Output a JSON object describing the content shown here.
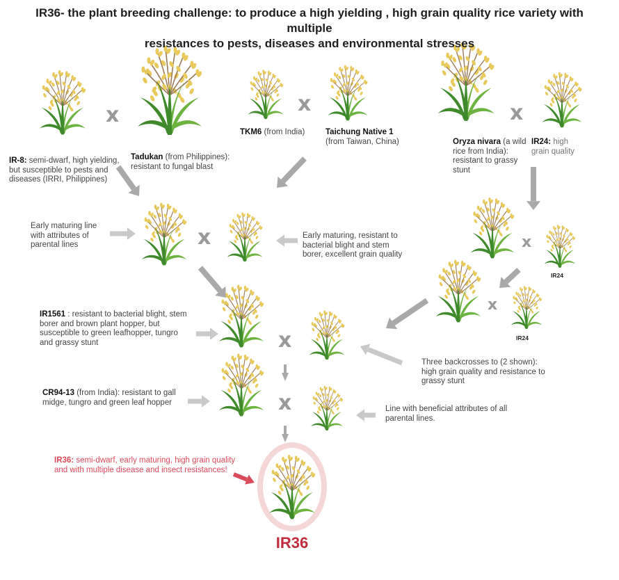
{
  "title_line1": "IR36- the plant breeding challenge: to produce a high yielding , high grain quality rice variety with multiple",
  "title_line2": "resistances to pests, diseases and environmental stresses",
  "cross_symbol": "x",
  "ir8": {
    "name": "IR-8:",
    "desc": " semi-dwarf, high yielding, but susceptible to pests and diseases  (IRRI, Philippines)"
  },
  "tadukan": {
    "name": "Tadukan",
    "desc": " (from Philippines): resistant to fungal blast"
  },
  "tkm6": {
    "name": "TKM6",
    "desc": " (from India)"
  },
  "taichung": {
    "name": "Taichung Native 1",
    "desc": " (from Taiwan, China)"
  },
  "oryza": {
    "name": "Oryza nivara",
    "desc": " (a wild rice from India): resistant to grassy stunt"
  },
  "ir24_top": {
    "name": "IR24:",
    "desc": " high grain quality"
  },
  "early_line": "Early maturing  line with attributes of parental lines",
  "early_resistant": "Early maturing, resistant to bacterial blight and stem borer, excellent grain quality",
  "ir24_small_1": "IR24",
  "ir24_small_2": "IR24",
  "ir1561": {
    "name": "IR1561",
    "desc": " : resistant to bacterial blight, stem borer and brown plant hopper, but susceptible to green leafhopper, tungro and  grassy stunt"
  },
  "backcross": "Three backcrosses to (2 shown): high grain quality and resistance to grassy stunt",
  "cr94": {
    "name": "CR94-13",
    "desc": " (from India): resistant to gall midge, tungro and green leaf hopper"
  },
  "beneficial": "Line with beneficial attributes of all parental lines.",
  "ir36_desc": {
    "name": "IR36:",
    "desc": " semi-dwarf, early maturing, high grain quality and with multiple disease and insect resistances!"
  },
  "ir36_final": "IR36",
  "colors": {
    "leaf": "#6db33f",
    "leaf_dark": "#3f8a2a",
    "grain": "#e8c95a",
    "stem_brown": "#9b7a5a",
    "arrow": "#a9a9a9",
    "arrow_light": "#c9c9c9",
    "highlight": "#d94a5a",
    "ring": "#f6d7d7"
  }
}
